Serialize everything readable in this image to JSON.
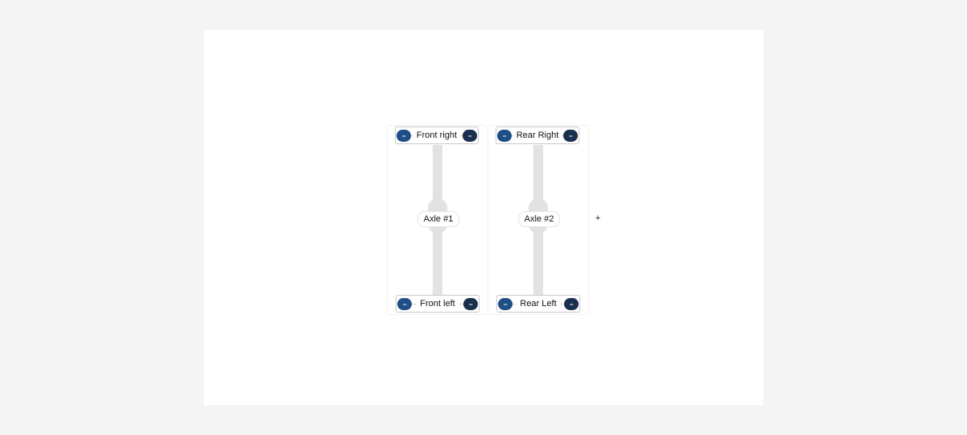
{
  "axles": [
    {
      "label": "Axle #1",
      "top_wheel": {
        "label": "Front right",
        "left_sensor": "--",
        "right_sensor": "--"
      },
      "bottom_wheel": {
        "label": "Front left",
        "left_sensor": "--",
        "right_sensor": "--"
      }
    },
    {
      "label": "Axle #2",
      "top_wheel": {
        "label": "Rear Right",
        "left_sensor": "--",
        "right_sensor": "--"
      },
      "bottom_wheel": {
        "label": "Rear Left",
        "left_sensor": "--",
        "right_sensor": "--"
      }
    }
  ],
  "add_axle_label": "+",
  "colors": {
    "sensor_primary": "#1d4f86",
    "sensor_secondary": "#1b2f4e",
    "shaft": "#e2e2e2"
  }
}
